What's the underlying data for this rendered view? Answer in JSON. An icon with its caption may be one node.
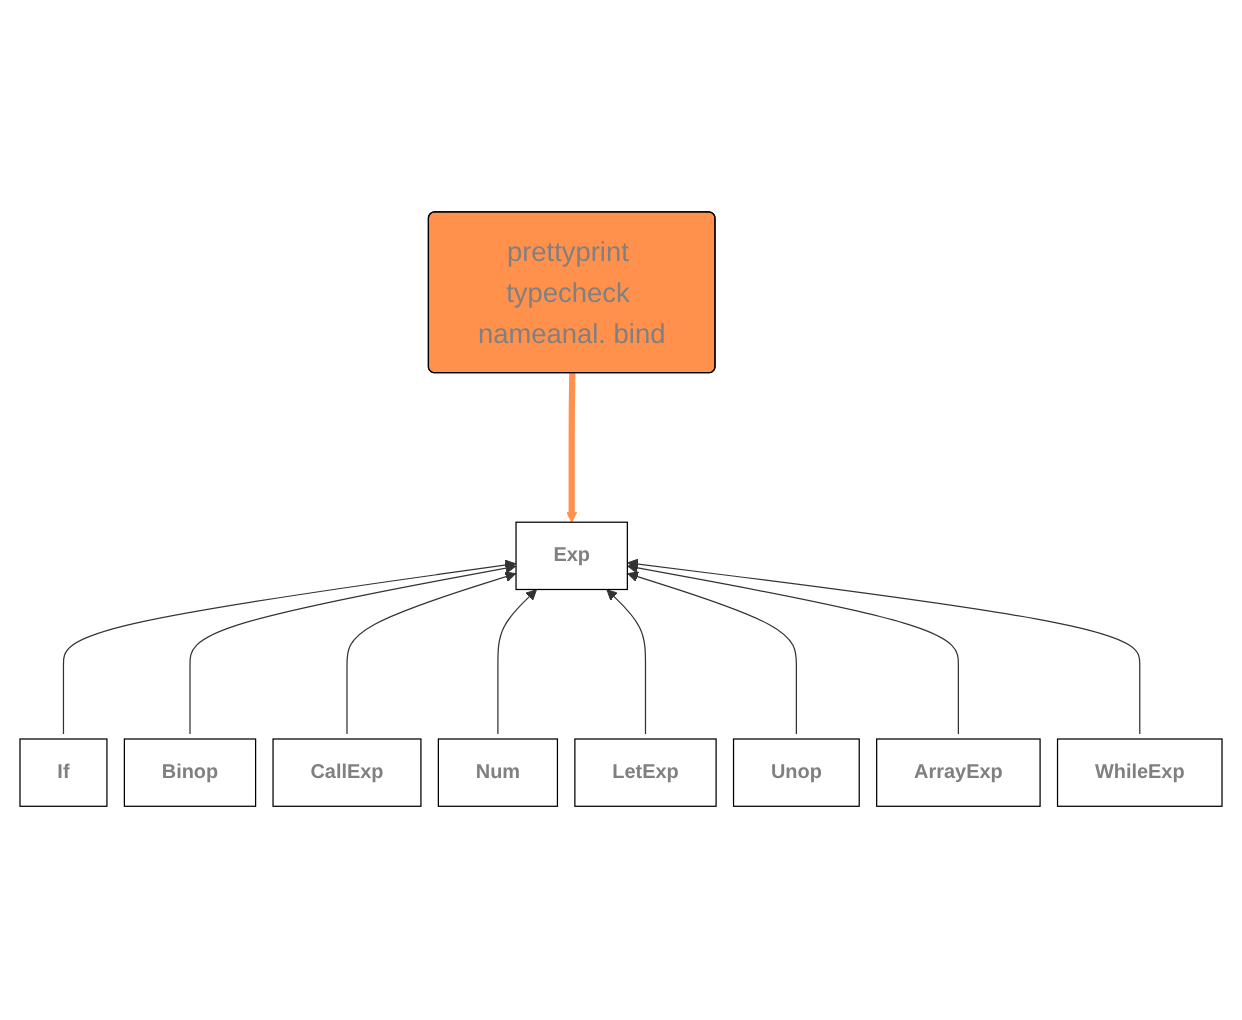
{
  "diagram": {
    "nodes": [
      {
        "text": [
          "prettyprint typecheck nameanal. bind"
        ]
      },
      {
        "text": [
          "Exp"
        ]
      },
      {
        "text": [
          "If"
        ]
      },
      {
        "text": [
          "Binop"
        ]
      },
      {
        "text": [
          "CallExp"
        ]
      },
      {
        "text": [
          "Num"
        ]
      },
      {
        "text": [
          "LetExp"
        ]
      },
      {
        "text": [
          "Unop"
        ]
      },
      {
        "text": [
          "ArrayExp"
        ]
      },
      {
        "text": [
          "WhileExp"
        ]
      }
    ],
    "edges": [
      {
        "from": 0,
        "to": 1,
        "arrow": "to",
        "style": "thick",
        "color": "#ff914d"
      },
      {
        "from": 2,
        "to": 1,
        "arrow": "to"
      },
      {
        "from": 3,
        "to": 1,
        "arrow": "to"
      },
      {
        "from": 4,
        "to": 1,
        "arrow": "to"
      },
      {
        "from": 5,
        "to": 1,
        "arrow": "to"
      },
      {
        "from": 6,
        "to": 1,
        "arrow": "to"
      },
      {
        "from": 7,
        "to": 1,
        "arrow": "to"
      },
      {
        "from": 8,
        "to": 1,
        "arrow": "to"
      },
      {
        "from": 9,
        "to": 1,
        "arrow": "to"
      }
    ]
  }
}
